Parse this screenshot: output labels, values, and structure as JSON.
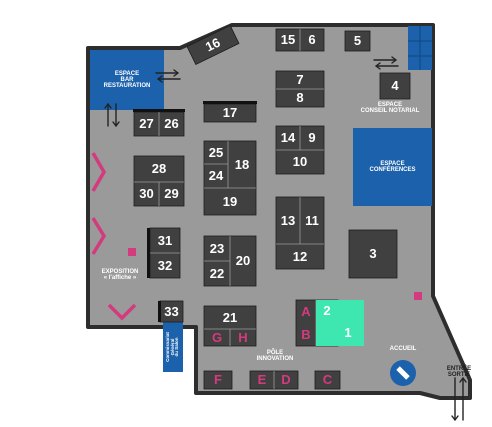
{
  "colors": {
    "floor": "#9a9a9a",
    "wall": "#2d2d2d",
    "booth": "#404040",
    "blue": "#1c61ab",
    "green": "#3ee6b0",
    "pink": "#d43a7e",
    "arrow": "#222222"
  },
  "booths": {
    "b1": "1",
    "b2": "2",
    "b3": "3",
    "b4": "4",
    "b5": "5",
    "b6": "6",
    "b7": "7",
    "b8": "8",
    "b9": "9",
    "b10": "10",
    "b11": "11",
    "b12": "12",
    "b13": "13",
    "b14": "14",
    "b15": "15",
    "b16": "16",
    "b17": "17",
    "b18": "18",
    "b19": "19",
    "b20": "20",
    "b21": "21",
    "b22": "22",
    "b23": "23",
    "b24": "24",
    "b25": "25",
    "b26": "26",
    "b27": "27",
    "b28": "28",
    "b29": "29",
    "b30": "30",
    "b31": "31",
    "b32": "32",
    "b33": "33"
  },
  "letters": {
    "A": "A",
    "B": "B",
    "C": "C",
    "D": "D",
    "E": "E",
    "F": "F",
    "G": "G",
    "H": "H"
  },
  "zones": {
    "bar": "ESPACE\nBAR\nRESTAURATION",
    "notarial": "ESPACE\nCONSEIL NOTARIAL",
    "conferences": "ESPACE\nCONFÉRENCES",
    "exposition": "EXPOSITION\n« l'affiche »",
    "pole": "PÔLE\nINNOVATION",
    "accueil": "ACCUEIL",
    "entree": "ENTRÉE\nSORTIE",
    "vertical": "Commissariat\nGénéral\ndu Salon"
  },
  "icons": {
    "accueil": "reception-desk-icon",
    "arrows": "double-arrow-icon",
    "chevron": "chevron-icon"
  }
}
